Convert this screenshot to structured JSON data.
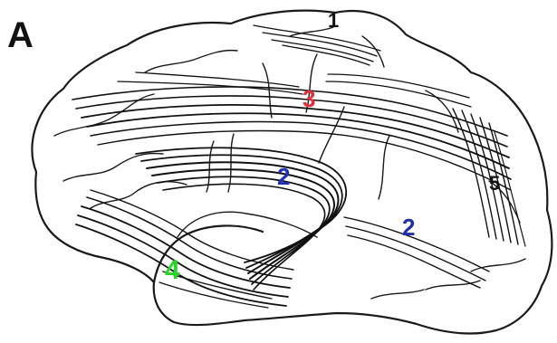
{
  "figure": {
    "panel_letter": "A",
    "labels": [
      {
        "id": "1",
        "text": "1",
        "color": "#111111"
      },
      {
        "id": "3",
        "text": "3",
        "color": "#e0303a"
      },
      {
        "id": "2a",
        "text": "2",
        "color": "#1f2fb5"
      },
      {
        "id": "2b",
        "text": "2",
        "color": "#1f2fb5"
      },
      {
        "id": "5",
        "text": "5",
        "color": "#111111"
      },
      {
        "id": "4",
        "text": "4",
        "color": "#2bd52b"
      }
    ]
  }
}
